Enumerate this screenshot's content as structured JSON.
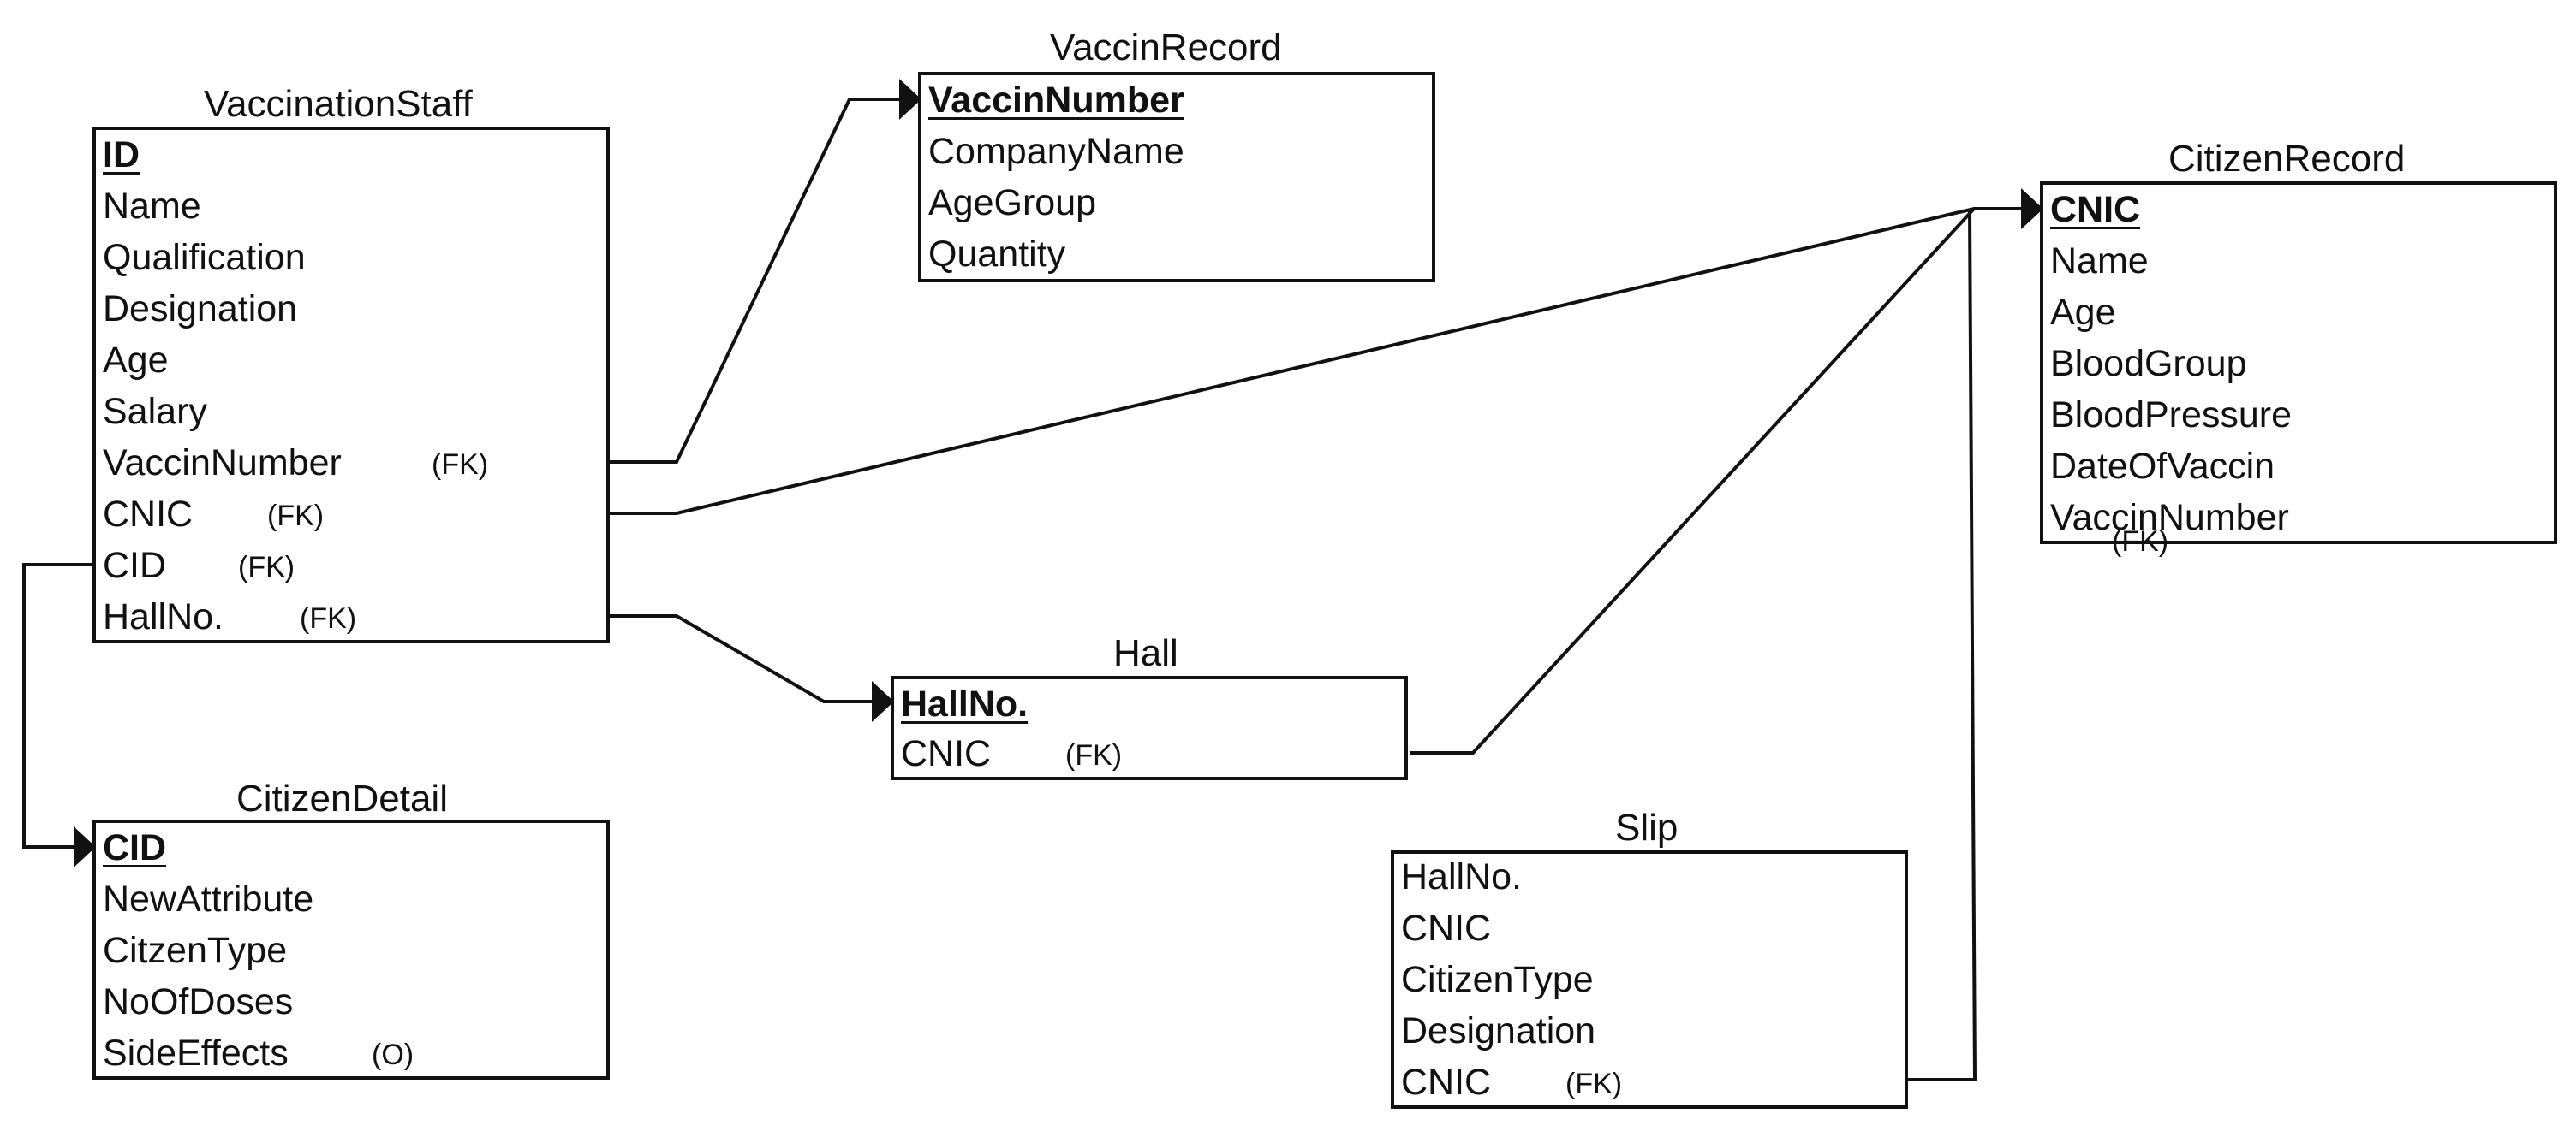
{
  "entities": {
    "vaccination_staff": {
      "title": "VaccinationStaff",
      "attrs": [
        "ID",
        "Name",
        "Qualification",
        "Designation",
        "Age",
        "Salary",
        "VaccinNumber",
        "CNIC",
        "CID",
        "HallNo."
      ],
      "tags": {
        "vaccin_number": "(FK)",
        "cnic": "(FK)",
        "cid": "(FK)",
        "hall_no": "(FK)"
      }
    },
    "vaccin_record": {
      "title": "VaccinRecord",
      "attrs": [
        "VaccinNumber",
        "CompanyName",
        "AgeGroup",
        "Quantity"
      ]
    },
    "citizen_record": {
      "title": "CitizenRecord",
      "attrs": [
        "CNIC",
        "Name",
        "Age",
        "BloodGroup",
        "BloodPressure",
        "DateOfVaccin",
        "VaccinNumber"
      ],
      "tags": {
        "vaccin_number": "(FK)"
      }
    },
    "hall": {
      "title": "Hall",
      "attrs": [
        "HallNo.",
        "CNIC"
      ],
      "tags": {
        "cnic": "(FK)"
      }
    },
    "citizen_detail": {
      "title": "CitizenDetail",
      "attrs": [
        "CID",
        "NewAttribute",
        "CitzenType",
        "NoOfDoses",
        "SideEffects"
      ],
      "tags": {
        "side_effects": "(O)"
      }
    },
    "slip": {
      "title": "Slip",
      "attrs": [
        "HallNo.",
        "CNIC",
        "CitizenType",
        "Designation",
        "CNIC"
      ],
      "tags": {
        "cnic": "(FK)"
      }
    }
  },
  "colors": {
    "line": "#111111",
    "background": "#ffffff"
  }
}
